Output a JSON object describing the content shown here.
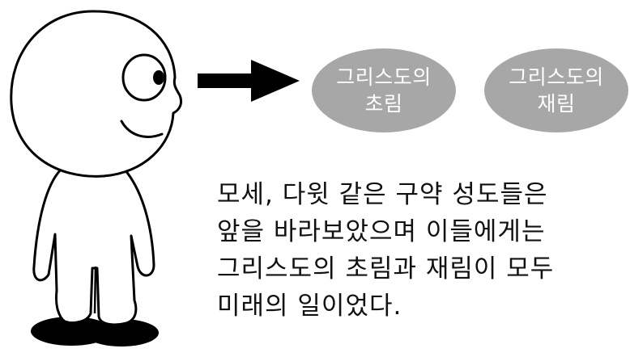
{
  "bubbles": {
    "first": {
      "line1": "그리스도의",
      "line2": "초림"
    },
    "second": {
      "line1": "그리스도의",
      "line2": "재림"
    }
  },
  "caption": {
    "lines": [
      "모세, 다윗 같은 구약 성도들은",
      "앞을 바라보았으며 이들에게는",
      "그리스도의 초림과 재림이 모두",
      "미래의 일이었다."
    ]
  },
  "colors": {
    "bubble_fill": "#a7a7a7",
    "bubble_text": "#ffffff",
    "outline": "#000000",
    "caption_text": "#111111"
  },
  "icons": {
    "figure": "cartoon-person-icon",
    "arrow": "right-arrow-icon"
  }
}
